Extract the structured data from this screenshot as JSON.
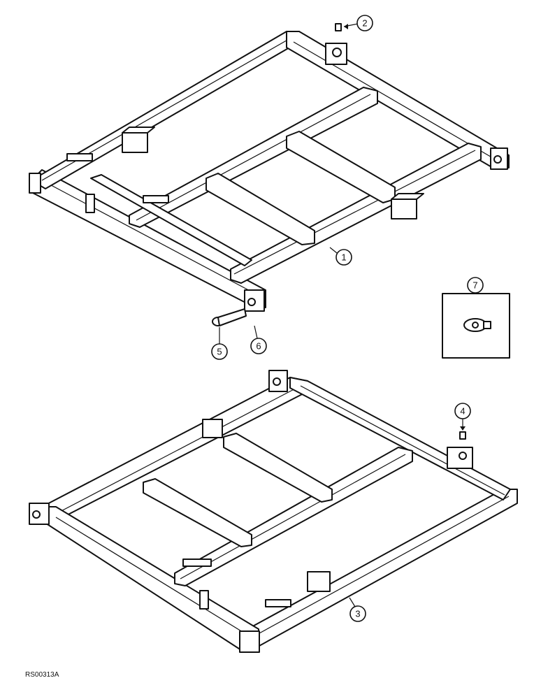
{
  "callouts": [
    {
      "id": "1",
      "label": "1"
    },
    {
      "id": "2",
      "label": "2"
    },
    {
      "id": "3",
      "label": "3"
    },
    {
      "id": "4",
      "label": "4"
    },
    {
      "id": "5",
      "label": "5"
    },
    {
      "id": "6",
      "label": "6"
    },
    {
      "id": "7",
      "label": "7"
    }
  ],
  "document_code": "RS00313A"
}
